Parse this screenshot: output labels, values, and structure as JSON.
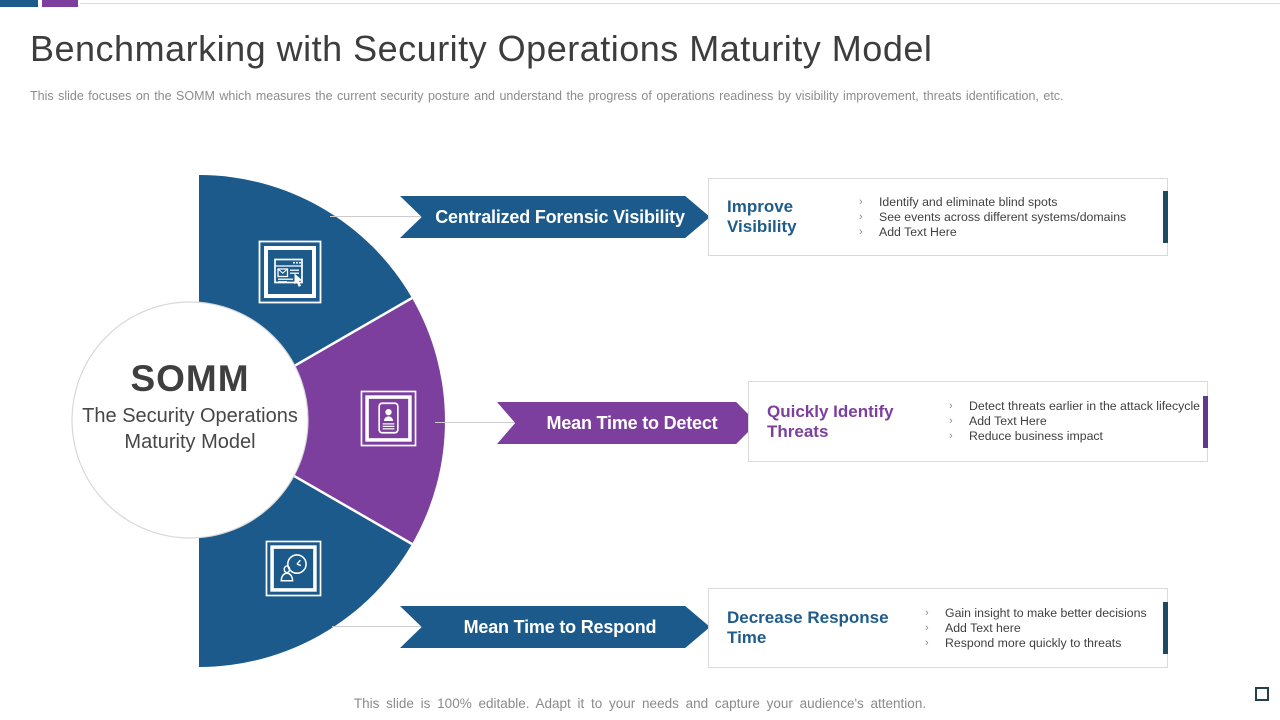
{
  "header": {
    "title": "Benchmarking with Security Operations Maturity Model",
    "subtitle": "This slide focuses on the SOMM  which measures the current security posture and understand the progress of operations readiness by visibility improvement, threats identification, etc."
  },
  "center_circle": {
    "acronym": "SOMM",
    "full_name_line1": "The Security Operations",
    "full_name_line2": "Maturity Model"
  },
  "decor": {
    "topbar_blue": "#1B5A8A",
    "topbar_purple": "#7C3F9E",
    "connector_gray": "#cccccc"
  },
  "ui": {
    "bullet_char": "›"
  },
  "stages": [
    {
      "id": "visibility",
      "icon": "browser-cursor-icon",
      "segment_color": "#1B5A8A",
      "arrow_label": "Centralized Forensic Visibility",
      "arrow_color": "#1B5A8A",
      "box_title": "Improve Visibility",
      "box_title_color": "#1F5C8B",
      "accent_bar_color": "#1C4B61",
      "bullets": [
        "Identify and eliminate blind spots",
        "See events across different systems/domains",
        "Add Text Here"
      ]
    },
    {
      "id": "detect",
      "icon": "id-badge-icon",
      "segment_color": "#7C3F9E",
      "arrow_label": "Mean Time to Detect",
      "arrow_color": "#7C3F9E",
      "box_title": "Quickly Identify Threats",
      "box_title_color": "#7C3F9E",
      "accent_bar_color": "#5C3A8E",
      "bullets": [
        "Detect threats earlier in the attack lifecycle",
        "Add Text Here",
        "Reduce business impact"
      ]
    },
    {
      "id": "respond",
      "icon": "person-clock-icon",
      "segment_color": "#1B5A8A",
      "arrow_label": "Mean Time to Respond",
      "arrow_color": "#1B5A8A",
      "box_title": "Decrease Response Time",
      "box_title_color": "#1F5C8B",
      "accent_bar_color": "#1C4B61",
      "bullets": [
        "Gain insight to make better decisions",
        "Add Text here",
        "Respond more quickly to threats"
      ]
    }
  ],
  "footer": {
    "note": "This slide is 100% editable. Adapt it to your needs and capture your audience's attention."
  }
}
